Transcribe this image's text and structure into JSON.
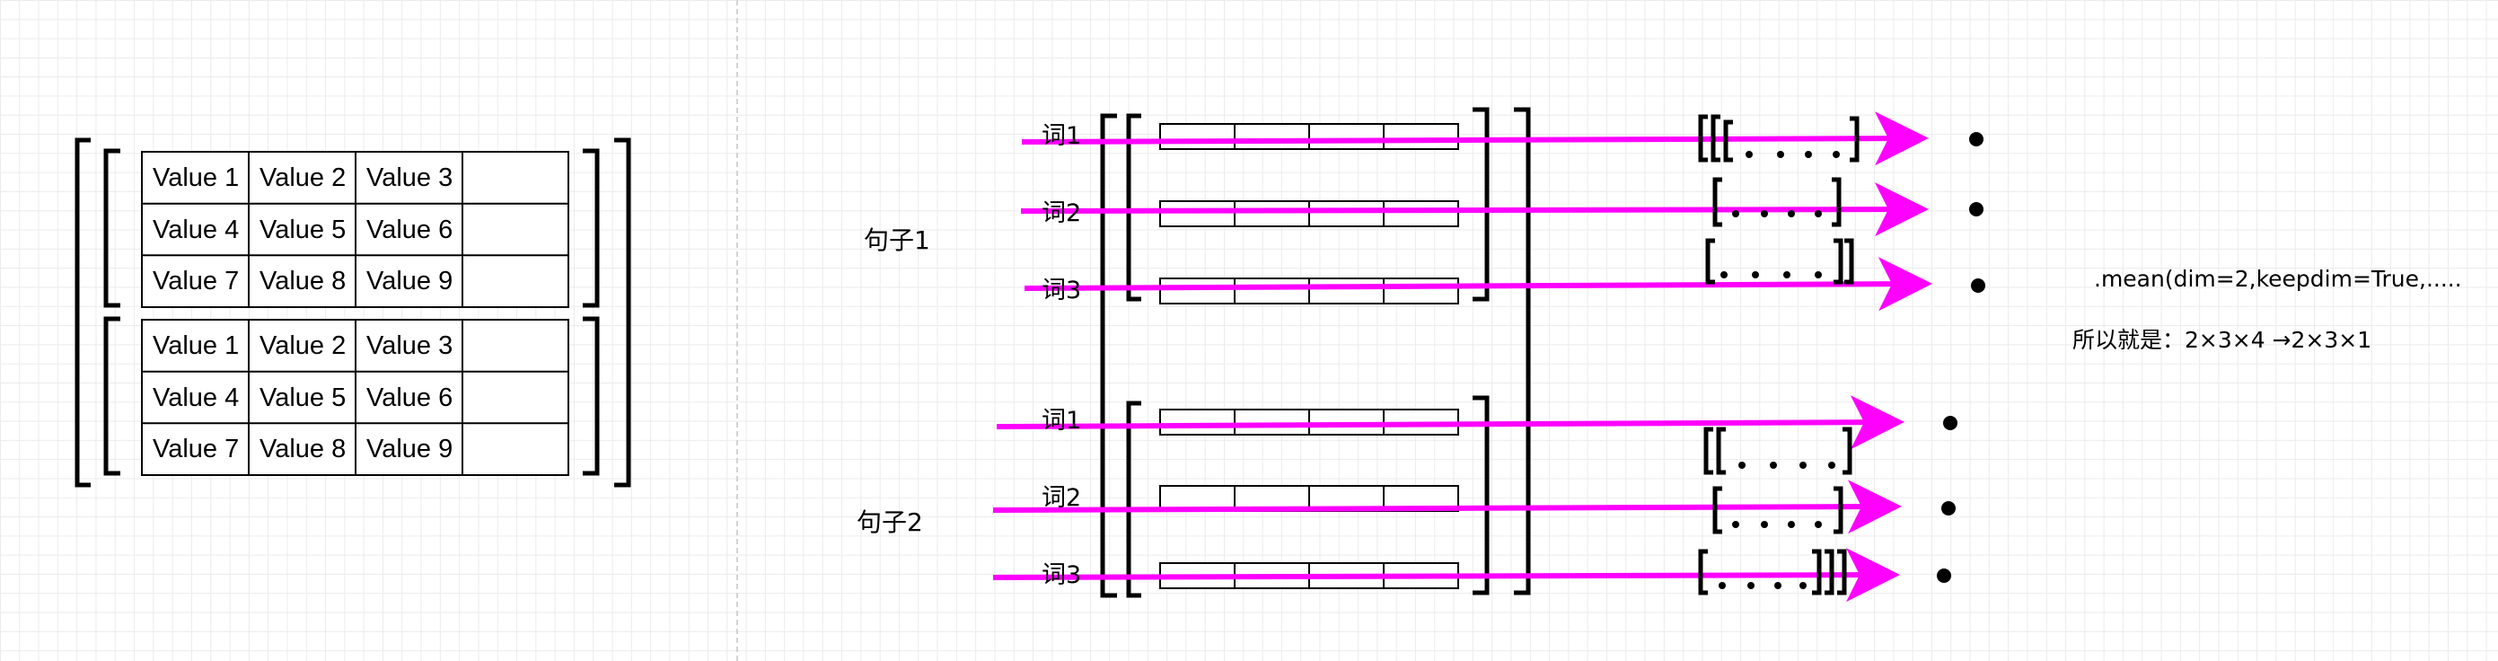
{
  "left_tensor": {
    "blocks": [
      {
        "rows": [
          [
            "Value 1",
            "Value 2",
            "Value 3",
            ""
          ],
          [
            "Value 4",
            "Value 5",
            "Value 6",
            ""
          ],
          [
            "Value 7",
            "Value 8",
            "Value 9",
            ""
          ]
        ]
      },
      {
        "rows": [
          [
            "Value 1",
            "Value 2",
            "Value 3",
            ""
          ],
          [
            "Value 4",
            "Value 5",
            "Value 6",
            ""
          ],
          [
            "Value 7",
            "Value 8",
            "Value 9",
            ""
          ]
        ]
      }
    ]
  },
  "right_tensor": {
    "sentences": [
      {
        "label": "句子1",
        "words": [
          "词1",
          "词2",
          "词3"
        ]
      },
      {
        "label": "句子2",
        "words": [
          "词1",
          "词2",
          "词3"
        ]
      }
    ]
  },
  "result": {
    "lines": [
      "[[[. . . .]",
      "[. . . .]",
      "[. . . .]]",
      "[[. . . .]",
      "[. . . .]",
      "[. . . .]]]"
    ],
    "dot": "•"
  },
  "notes": {
    "operation": ".mean(dim=2,keepdim=True,.....",
    "shape_change": "所以就是：2×3×4 →2×3×1"
  },
  "colors": {
    "arrow": "#ff00ff",
    "line": "#000000",
    "grid": "#ebebeb"
  }
}
